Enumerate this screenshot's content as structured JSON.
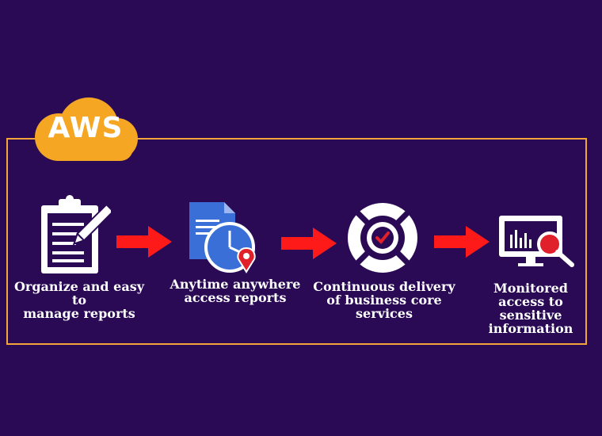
{
  "logo": {
    "text": "AWS"
  },
  "steps": [
    {
      "line1": "Organize and easy to",
      "line2": "manage reports",
      "line3": "",
      "icon": "clipboard-icon"
    },
    {
      "line1": "Anytime anywhere",
      "line2": "access reports",
      "line3": "",
      "icon": "document-clock-icon"
    },
    {
      "line1": "Continuous delivery",
      "line2": "of business core",
      "line3": "services",
      "icon": "lifebuoy-check-icon"
    },
    {
      "line1": "Monitored",
      "line2": "access to sensitive",
      "line3": "information",
      "icon": "monitor-magnifier-icon"
    }
  ],
  "colors": {
    "background": "#2a0a55",
    "frame": "#f5a33b",
    "cloud": "#f5a623",
    "arrow": "#ff1a1a",
    "icon_blue": "#3b6fd8",
    "icon_red": "#e0202a"
  }
}
